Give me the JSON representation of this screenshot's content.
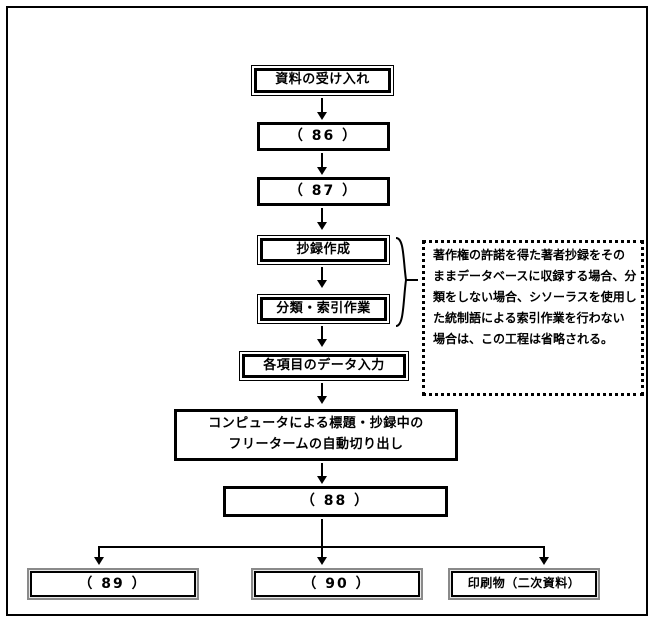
{
  "diagram": {
    "title_hidden": "",
    "nodes": [
      {
        "id": "n1",
        "label": "資料の受け入れ",
        "style": "doubled"
      },
      {
        "id": "n2",
        "label": "（ 86 ）",
        "style": "plain"
      },
      {
        "id": "n3",
        "label": "（ 87 ）",
        "style": "plain"
      },
      {
        "id": "n4",
        "label": "抄録作成",
        "style": "doubled"
      },
      {
        "id": "n5",
        "label": "分類・索引作業",
        "style": "doubled"
      },
      {
        "id": "n6",
        "label": "各項目のデータ入力",
        "style": "doubled"
      },
      {
        "id": "n7",
        "label_line1": "コンピュータによる標題・抄録中の",
        "label_line2": "フリータームの自動切り出し",
        "style": "plain"
      },
      {
        "id": "n8",
        "label": "（ 88 ）",
        "style": "plain"
      },
      {
        "id": "n9",
        "label": "（ 89 ）",
        "style": "doubled-gray"
      },
      {
        "id": "n10",
        "label": "（ 90 ）",
        "style": "doubled-gray"
      },
      {
        "id": "n11",
        "label": "印刷物（二次資料）",
        "style": "doubled-gray"
      }
    ],
    "note": {
      "lines": [
        "著作権の許諾を得た著者抄録をその",
        "ままデータベースに収録する場合、分",
        "類をしない場合、シソーラスを使用し",
        "た統制語による索引作業を行わない",
        "場合は、この工程は省略される。"
      ]
    },
    "colors": {
      "ink": "#000000",
      "paper": "#ffffff",
      "gray_edge": "#8a8a8a"
    }
  }
}
